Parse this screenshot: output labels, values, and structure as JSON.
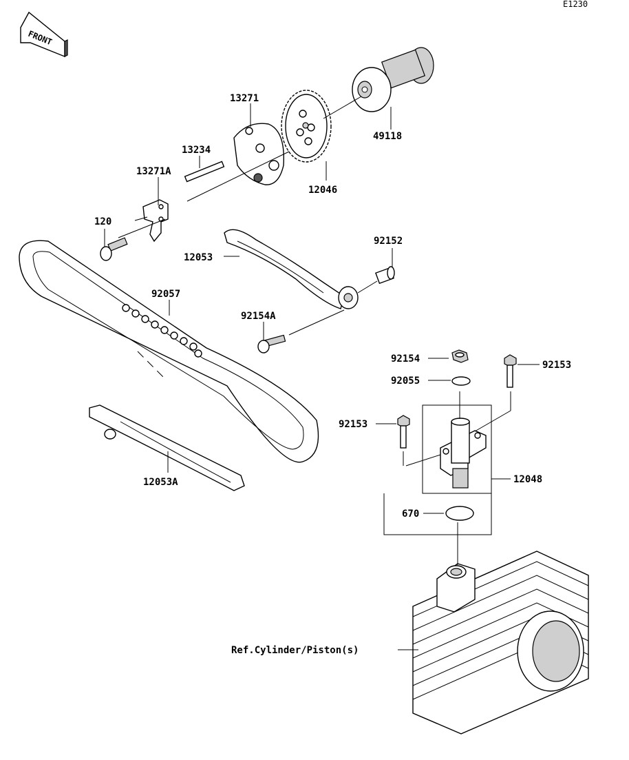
{
  "diagram_code": "E1230",
  "front_label": "FRONT",
  "parts": {
    "p13271": "13271",
    "p49118": "49118",
    "p13234": "13234",
    "p13271A": "13271A",
    "p12046": "12046",
    "p120": "120",
    "p92152": "92152",
    "p12053": "12053",
    "p92057": "92057",
    "p92154A": "92154A",
    "p92154": "92154",
    "p92153a": "92153",
    "p92055": "92055",
    "p92153b": "92153",
    "p12048": "12048",
    "p670": "670",
    "p12053A": "12053A",
    "ref_cylinder": "Ref.Cylinder/Piston(s)"
  }
}
